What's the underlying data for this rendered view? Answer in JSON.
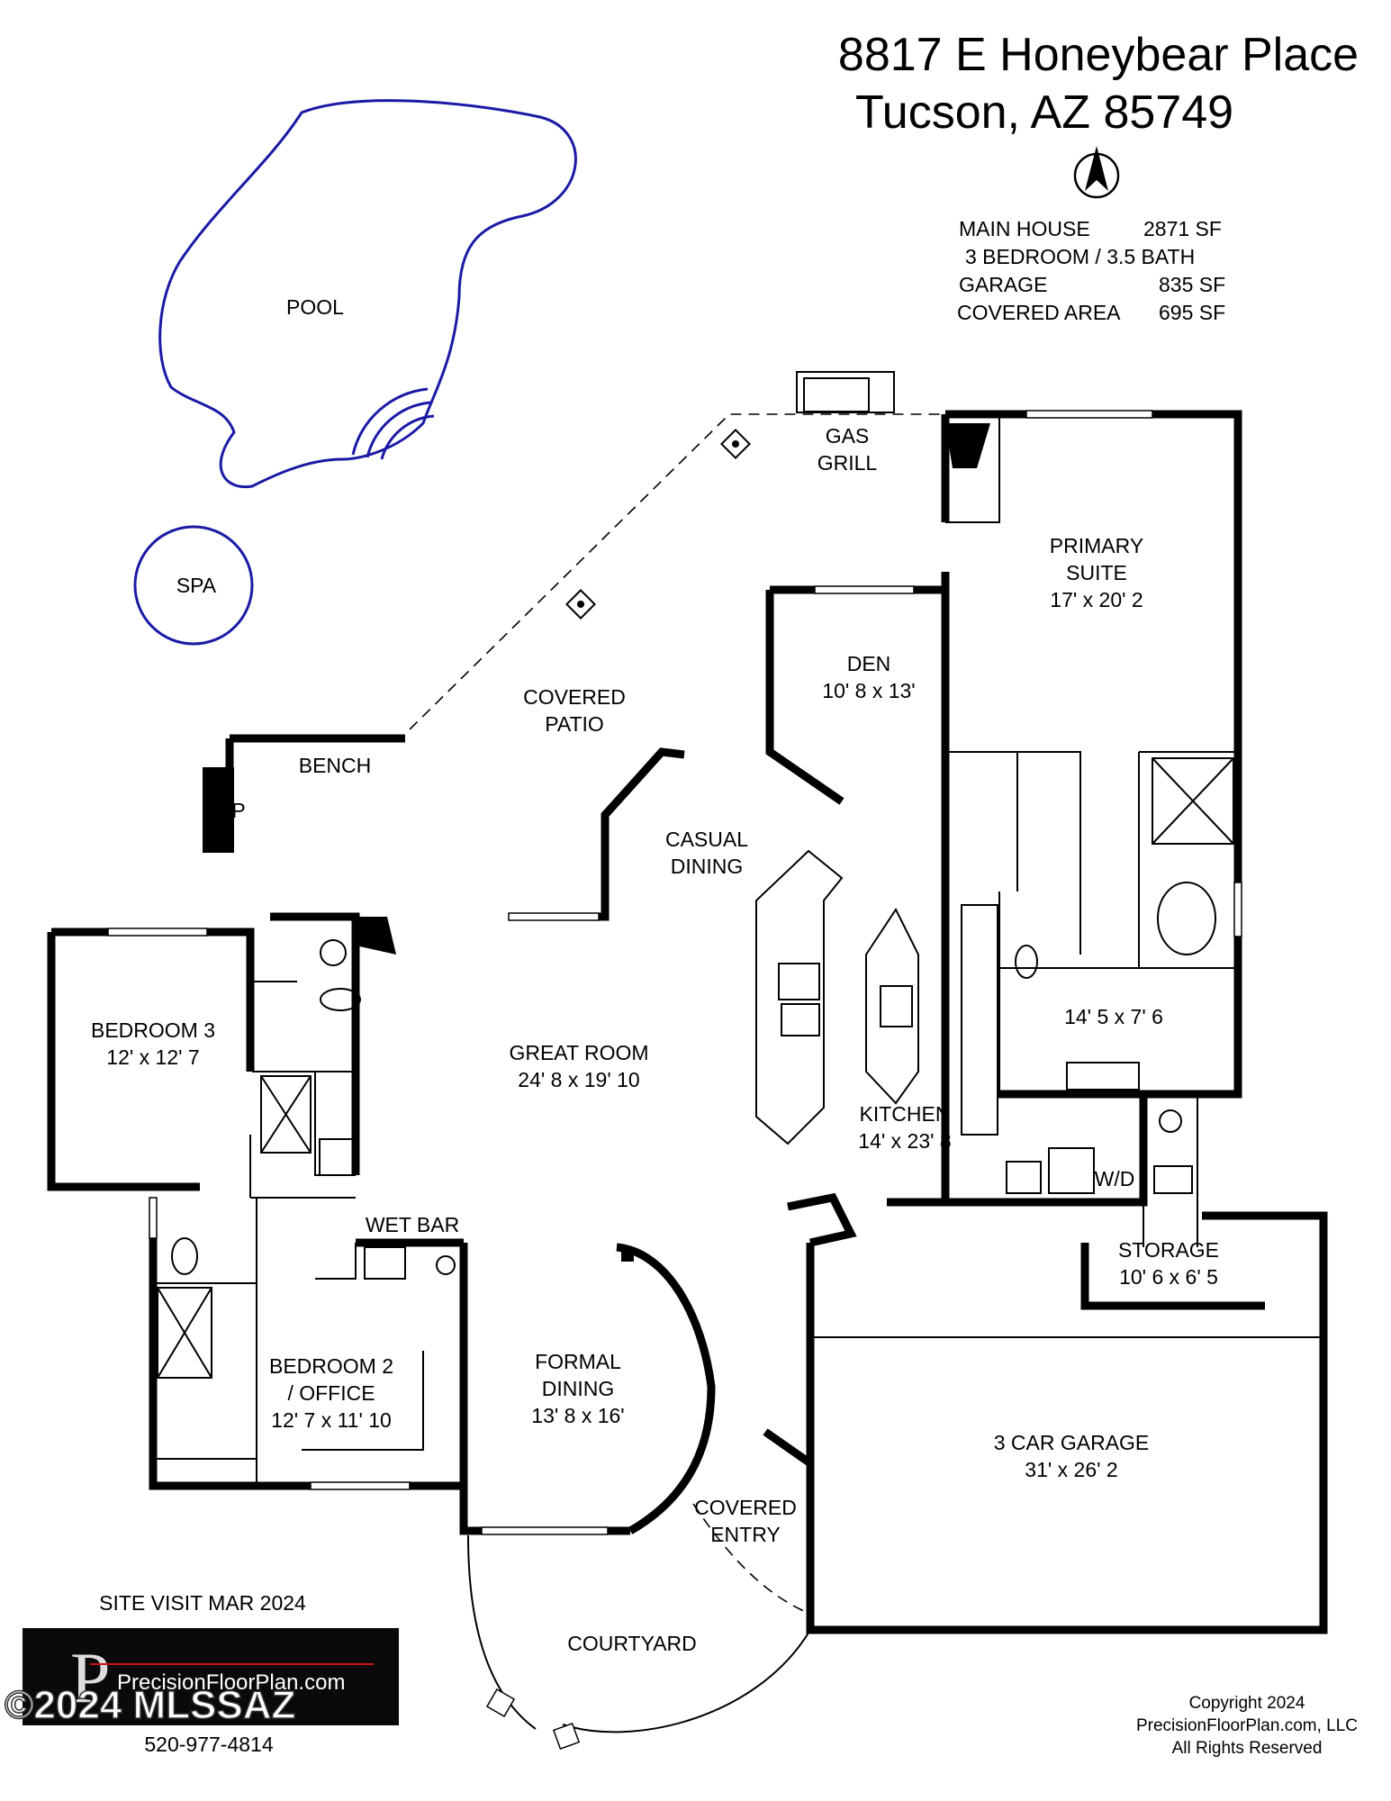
{
  "header": {
    "address_line1": "8817 E Honeybear Place",
    "address_line2": "Tucson, AZ 85749"
  },
  "stats": [
    {
      "label": "MAIN HOUSE",
      "value": "2871 SF"
    },
    {
      "label": "3 BEDROOM / 3.5 BATH",
      "value": ""
    },
    {
      "label": "GARAGE",
      "value": "835 SF"
    },
    {
      "label": "COVERED AREA",
      "value": "695 SF"
    }
  ],
  "rooms": {
    "pool": "POOL",
    "spa": "SPA",
    "gas_grill_1": "GAS",
    "gas_grill_2": "GRILL",
    "primary_1": "PRIMARY",
    "primary_2": "SUITE",
    "primary_dim": "17' x 20' 2",
    "den": "DEN",
    "den_dim": "10' 8 x 13'",
    "covered_patio_1": "COVERED",
    "covered_patio_2": "PATIO",
    "bench": "BENCH",
    "fp": "FP",
    "casual_1": "CASUAL",
    "casual_2": "DINING",
    "bedroom3": "BEDROOM 3",
    "bedroom3_dim": "12' x 12' 7",
    "great_room": "GREAT ROOM",
    "great_room_dim": "24' 8 x 19' 10",
    "bath_dim": "14' 5 x 7' 6",
    "kitchen": "KITCHEN",
    "kitchen_dim": "14' x 23' 8",
    "wd": "W/D",
    "wet_bar": "WET BAR",
    "storage": "STORAGE",
    "storage_dim": "10' 6 x 6' 5",
    "bedroom2_1": "BEDROOM 2",
    "bedroom2_2": "/ OFFICE",
    "bedroom2_dim": "12' 7 x 11' 10",
    "formal_1": "FORMAL",
    "formal_2": "DINING",
    "formal_dim": "13' 8 x 16'",
    "garage": "3 CAR GARAGE",
    "garage_dim": "31' x 26' 2",
    "covered_entry_1": "COVERED",
    "covered_entry_2": "ENTRY",
    "courtyard": "COURTYARD"
  },
  "footer": {
    "site_visit": "SITE VISIT  MAR 2024",
    "logo_text": "PrecisionFloorPlan.com",
    "logo_letter": "P",
    "watermark": "©2024 MLSSAZ",
    "phone": "520-977-4814",
    "copyright_1": "Copyright 2024",
    "copyright_2": "PrecisionFloorPlan.com, LLC",
    "copyright_3": "All Rights Reserved"
  },
  "colors": {
    "pool_outline": "#1a1aa6",
    "logo_bg": "#0a0a0a"
  },
  "icons": [
    "north-arrow-icon"
  ]
}
